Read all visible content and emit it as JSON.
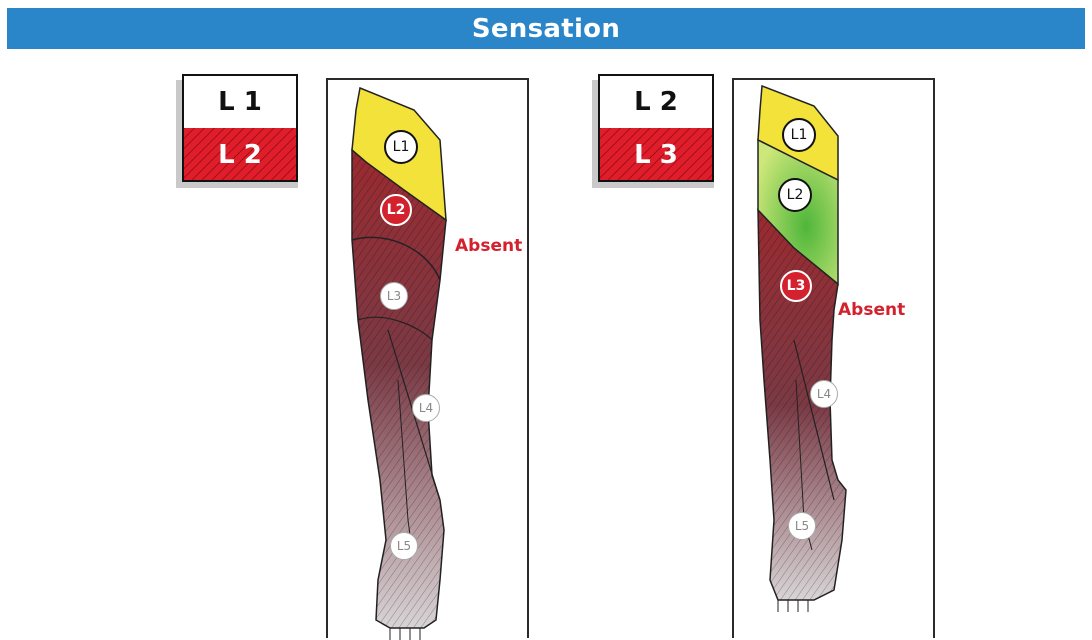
{
  "header": {
    "title": "Sensation",
    "color": "#2a86c8"
  },
  "colors": {
    "absent_red": "#d3212d",
    "dermatome_yellow": "#f2e23a",
    "dermatome_green": "#8fd45a",
    "limb_maroon": "#7a2430"
  },
  "panels": [
    {
      "card": {
        "intact_level": "L 1",
        "affected_level": "L 2"
      },
      "status_label": "Absent",
      "dermatomes": [
        "L1",
        "L2",
        "L3",
        "L4",
        "L5"
      ],
      "affected_dermatome": "L2"
    },
    {
      "card": {
        "intact_level": "L 2",
        "affected_level": "L 3"
      },
      "status_label": "Absent",
      "dermatomes": [
        "L1",
        "L2",
        "L3",
        "L4",
        "L5"
      ],
      "affected_dermatome": "L3"
    }
  ]
}
